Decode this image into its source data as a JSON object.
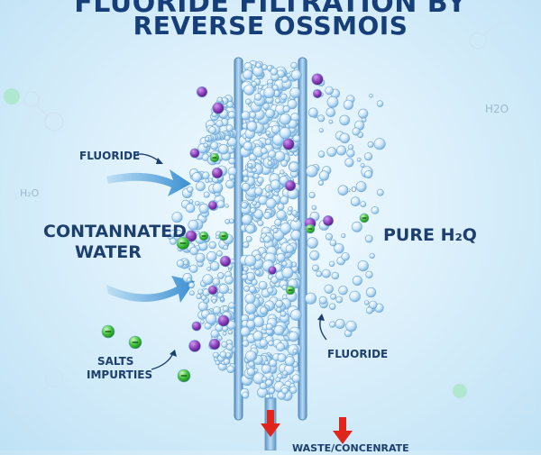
{
  "title": {
    "line1": "FLUORIDE FILTRATION BY",
    "line2": "REVERSE OSSMOIS"
  },
  "labels": {
    "fluoride_in": "FLUORIDE",
    "contaminated_line1": "CONTANNATED",
    "contaminated_line2": "WATER",
    "pure_h2o": "PURE H₂Q",
    "salts_line1": "SALTS",
    "salts_line2": "IMPURTIES",
    "fluoride_out": "FLUORIDE",
    "waste": "WASTE/CONCENRATE"
  },
  "background_text": {
    "h2o_left": "H₂O",
    "h2o_right": "H2O",
    "h2o_small": "H₂O"
  },
  "colors": {
    "title": "#163f7a",
    "label": "#1c3f6e",
    "membrane": "#7fb3db",
    "bubble": "#bfe0f7",
    "fluoride_ion": "#8a3fb8",
    "salt_ion": "#3fbf3a",
    "waste_arrow": "#e0261c",
    "flow_arrow": "#3f8fd0"
  },
  "icons": {
    "flow_arrow": "curved-arrow-icon",
    "waste_arrow": "down-arrow-icon",
    "salt_ion": "minus-ion-icon",
    "fluoride_ion": "fluoride-ion-icon"
  }
}
